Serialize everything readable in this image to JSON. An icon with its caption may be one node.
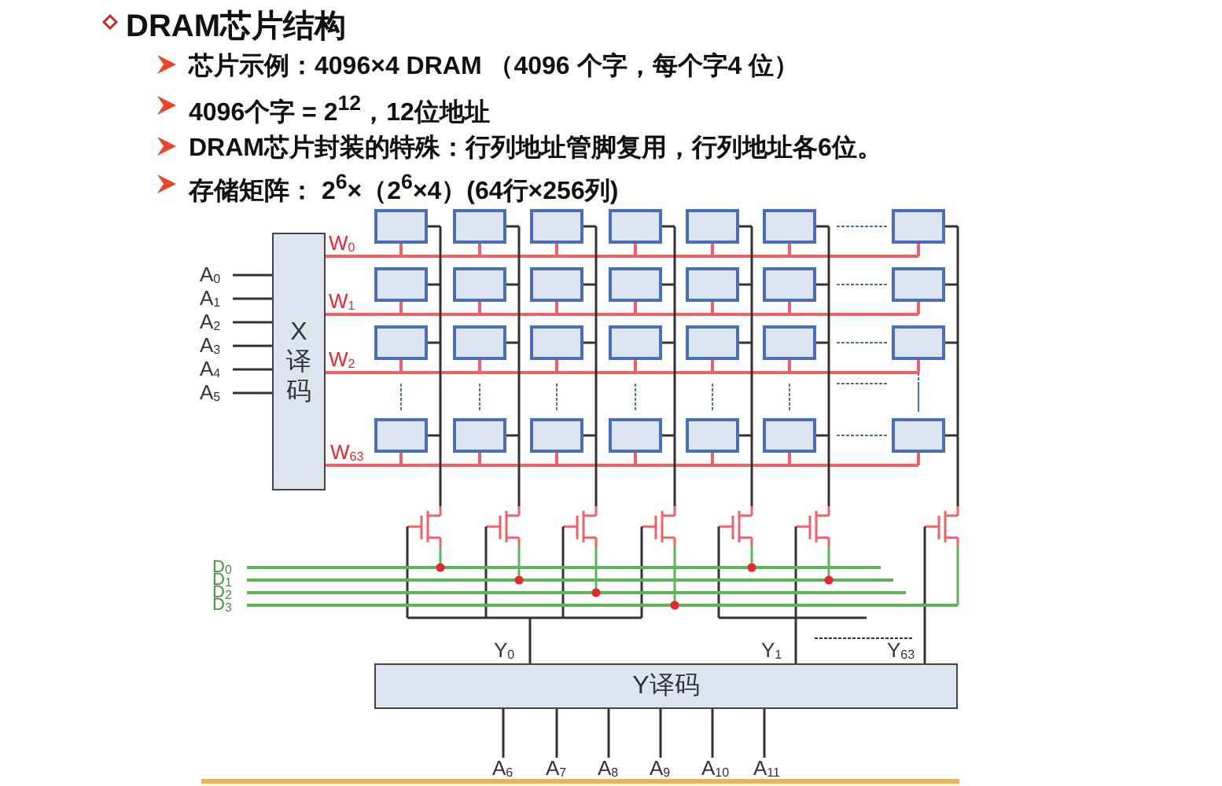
{
  "diagram": {
    "title": "DRAM芯片结构",
    "nodes": [
      {
        "text": [
          "X译码"
        ]
      },
      {
        "text": [
          "A$_{0}$"
        ]
      },
      {
        "text": [
          "A$_{1}$"
        ]
      },
      {
        "text": [
          "A$_{2}$"
        ]
      },
      {
        "text": [
          "A$_{3}$"
        ]
      },
      {
        "text": [
          "A$_{4}$"
        ]
      },
      {
        "text": [
          "A$_{5}$"
        ]
      },
      {
        "text": [
          "Y译码"
        ],
        "beside": [
          "Y$_{0}$",
          "Y$_{1}$",
          "Y$_{63}$"
        ]
      },
      {
        "text": [
          "A$_{6}$"
        ]
      },
      {
        "text": [
          "A$_{7}$"
        ]
      },
      {
        "text": [
          "A$_{8}$"
        ]
      },
      {
        "text": [
          "A$_{9}$"
        ]
      },
      {
        "text": [
          "A$_{10}$"
        ]
      },
      {
        "text": [
          "A$_{11}$"
        ]
      }
    ],
    "edges": [
      {
        "from": 1,
        "to": 0,
        "arrow": "none"
      },
      {
        "from": 2,
        "to": 0,
        "arrow": "none"
      },
      {
        "from": 3,
        "to": 0,
        "arrow": "none"
      },
      {
        "from": 4,
        "to": 0,
        "arrow": "none"
      },
      {
        "from": 5,
        "to": 0,
        "arrow": "none"
      },
      {
        "from": 6,
        "to": 0,
        "arrow": "none"
      },
      {
        "from": 8,
        "to": 7,
        "arrow": "none"
      },
      {
        "from": 9,
        "to": 7,
        "arrow": "none"
      },
      {
        "from": 10,
        "to": 7,
        "arrow": "none"
      },
      {
        "from": 11,
        "to": 7,
        "arrow": "none"
      },
      {
        "from": 12,
        "to": 7,
        "arrow": "none"
      },
      {
        "from": 13,
        "to": 7,
        "arrow": "none"
      }
    ],
    "labels": [
      "芯片示例：4096×4 DRAM （4096 个字，每个字4 位）",
      "4096个字 = 2$^{12}$，12位地址",
      "DRAM芯片封装的特殊：行列地址管脚复用，行列地址各6位。",
      "存储矩阵： 2$^{6}$×（2$^{6}$×4）(64行×256列)",
      "W$_{0}$",
      "W$_{1}$",
      "W$_{2}$",
      "W$_{63}$",
      "D$_{0}$",
      "D$_{1}$",
      "D$_{2}$",
      "D$_{3}$"
    ]
  }
}
